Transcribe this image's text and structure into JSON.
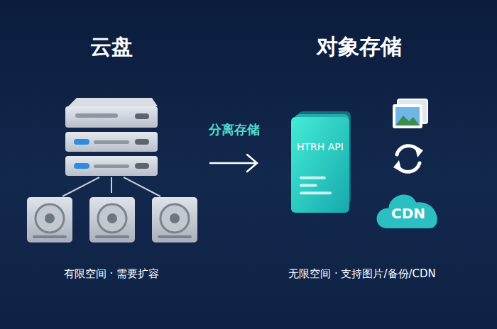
{
  "diagram": {
    "nodes": [
      {
        "text": [
          "HTRH API"
        ]
      },
      {
        "text": [
          "CDN"
        ]
      }
    ],
    "labels": [
      "云盘",
      "对象存储",
      "分离存储",
      "有限空间 · 需要扩容",
      "无限空间 · 支持图片/备份/CDN"
    ]
  }
}
